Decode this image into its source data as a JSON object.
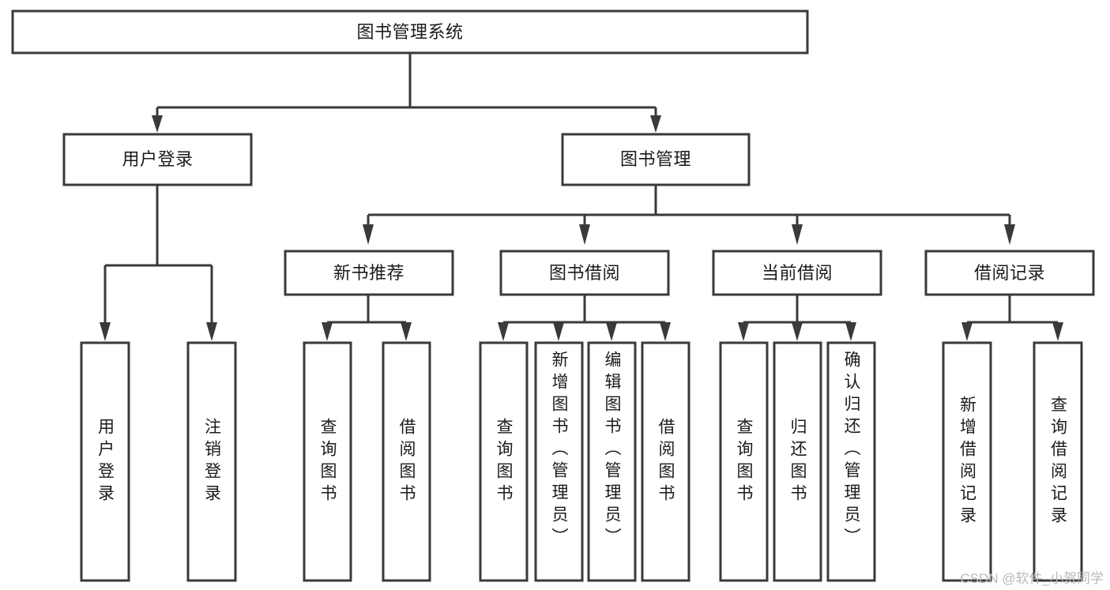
{
  "diagram": {
    "title": "图书管理系统",
    "type": "tree-hierarchy-diagram",
    "colors": {
      "box_stroke": "#3a3a3a",
      "box_fill": "#ffffff",
      "text": "#1b1b1b",
      "background": "#ffffff",
      "watermark": "#b9b9b9"
    },
    "root": {
      "label": "图书管理系统"
    },
    "level1": [
      {
        "label": "用户登录"
      },
      {
        "label": "图书管理"
      }
    ],
    "level2": [
      {
        "label": "新书推荐"
      },
      {
        "label": "图书借阅"
      },
      {
        "label": "当前借阅"
      },
      {
        "label": "借阅记录"
      }
    ],
    "leaves": {
      "user_login": [
        {
          "label": "用户登录"
        },
        {
          "label": "注销登录"
        }
      ],
      "new_book_recommend": [
        {
          "label": "查询图书"
        },
        {
          "label": "借阅图书"
        }
      ],
      "book_borrow": [
        {
          "label": "查询图书"
        },
        {
          "label": "新增图书（管理员）"
        },
        {
          "label": "编辑图书（管理员）"
        },
        {
          "label": "借阅图书"
        }
      ],
      "current_borrow": [
        {
          "label": "查询图书"
        },
        {
          "label": "归还图书"
        },
        {
          "label": "确认归还（管理员）"
        }
      ],
      "borrow_records": [
        {
          "label": "新增借阅记录"
        },
        {
          "label": "查询借阅记录"
        }
      ]
    }
  },
  "watermark": {
    "text": "CSDN @软件_小贺同学"
  }
}
